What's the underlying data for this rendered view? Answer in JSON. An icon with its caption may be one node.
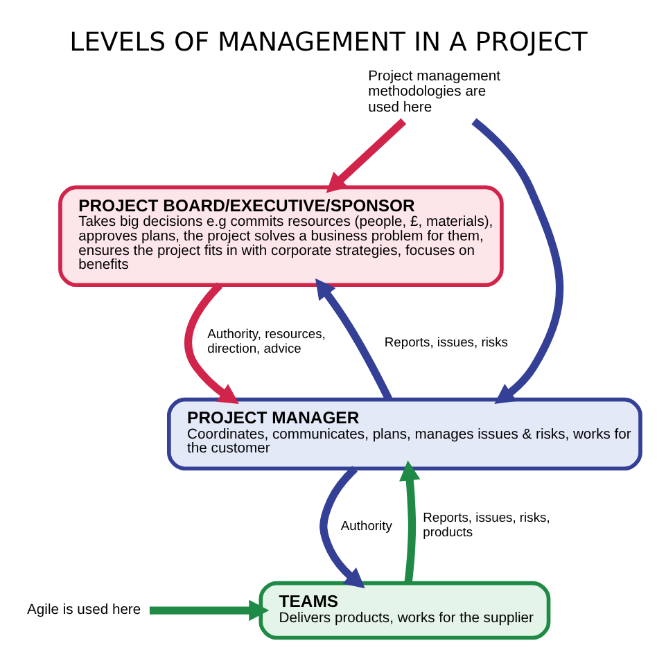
{
  "diagram": {
    "title": "LEVELS OF MANAGEMENT IN A PROJECT",
    "nodes": [
      {
        "text": [
          "PROJECT BOARD/EXECUTIVE/SPONSOR",
          "Takes big decisions e.g commits resources (people, £, materials), approves plans, the project solves a business problem for them, ensures the project fits in with corporate strategies, focuses on benefits"
        ]
      },
      {
        "text": [
          "Project management methodologies are used here"
        ]
      },
      {
        "text": [
          "PROJECT MANAGER",
          "Coordinates, communicates, plans, manages issues & risks, works for the customer"
        ]
      },
      {
        "text": [
          "Agile is used here"
        ]
      },
      {
        "text": [
          "TEAMS",
          "Delivers products, works for the supplier"
        ]
      }
    ],
    "edges": [
      {
        "from": 1,
        "to": 0,
        "arrow": "to",
        "color": "#d1244a"
      },
      {
        "from": 1,
        "to": 2,
        "arrow": "to",
        "color": "#343f96"
      },
      {
        "from": 0,
        "to": 2,
        "arrow": "to",
        "label": "Authority, resources, direction, advice",
        "color": "#d1244a"
      },
      {
        "from": 2,
        "to": 0,
        "arrow": "to",
        "label": "Reports, issues, risks",
        "color": "#343f96"
      },
      {
        "from": 2,
        "to": 4,
        "arrow": "to",
        "label": "Authority",
        "color": "#343f96"
      },
      {
        "from": 4,
        "to": 2,
        "arrow": "to",
        "label": "Reports, issues, risks, products",
        "color": "#1e8a45"
      },
      {
        "from": 3,
        "to": 4,
        "arrow": "to",
        "color": "#1e8a45"
      }
    ]
  }
}
